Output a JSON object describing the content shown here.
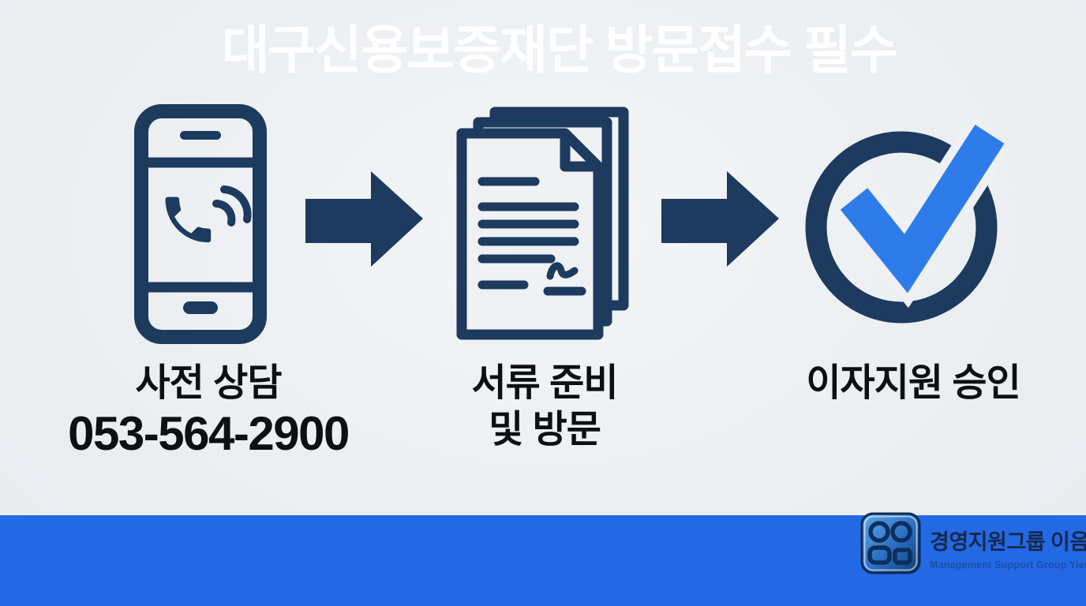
{
  "colors": {
    "background": "#edf0f3",
    "icon_navy": "#1d3a5f",
    "check_blue": "#2e7ce9",
    "banner_blue": "#2368e4",
    "banner_text": "#ffffff",
    "label_text": "#0e0f12",
    "watermark_title": "#15294d"
  },
  "steps": [
    {
      "icon": "phone-icon",
      "label": "사전 상담",
      "sublabel": "053-564-2900"
    },
    {
      "icon": "documents-icon",
      "label": "서류 준비",
      "sublabel": "및 방문"
    },
    {
      "icon": "check-circle-icon",
      "label": "이자지원 승인",
      "sublabel": ""
    }
  ],
  "banner": {
    "text": "대구신용보증재단 방문접수 필수"
  },
  "watermark": {
    "title": "경영지원그룹 이음",
    "subtitle": "Management Support Group Yieum"
  }
}
